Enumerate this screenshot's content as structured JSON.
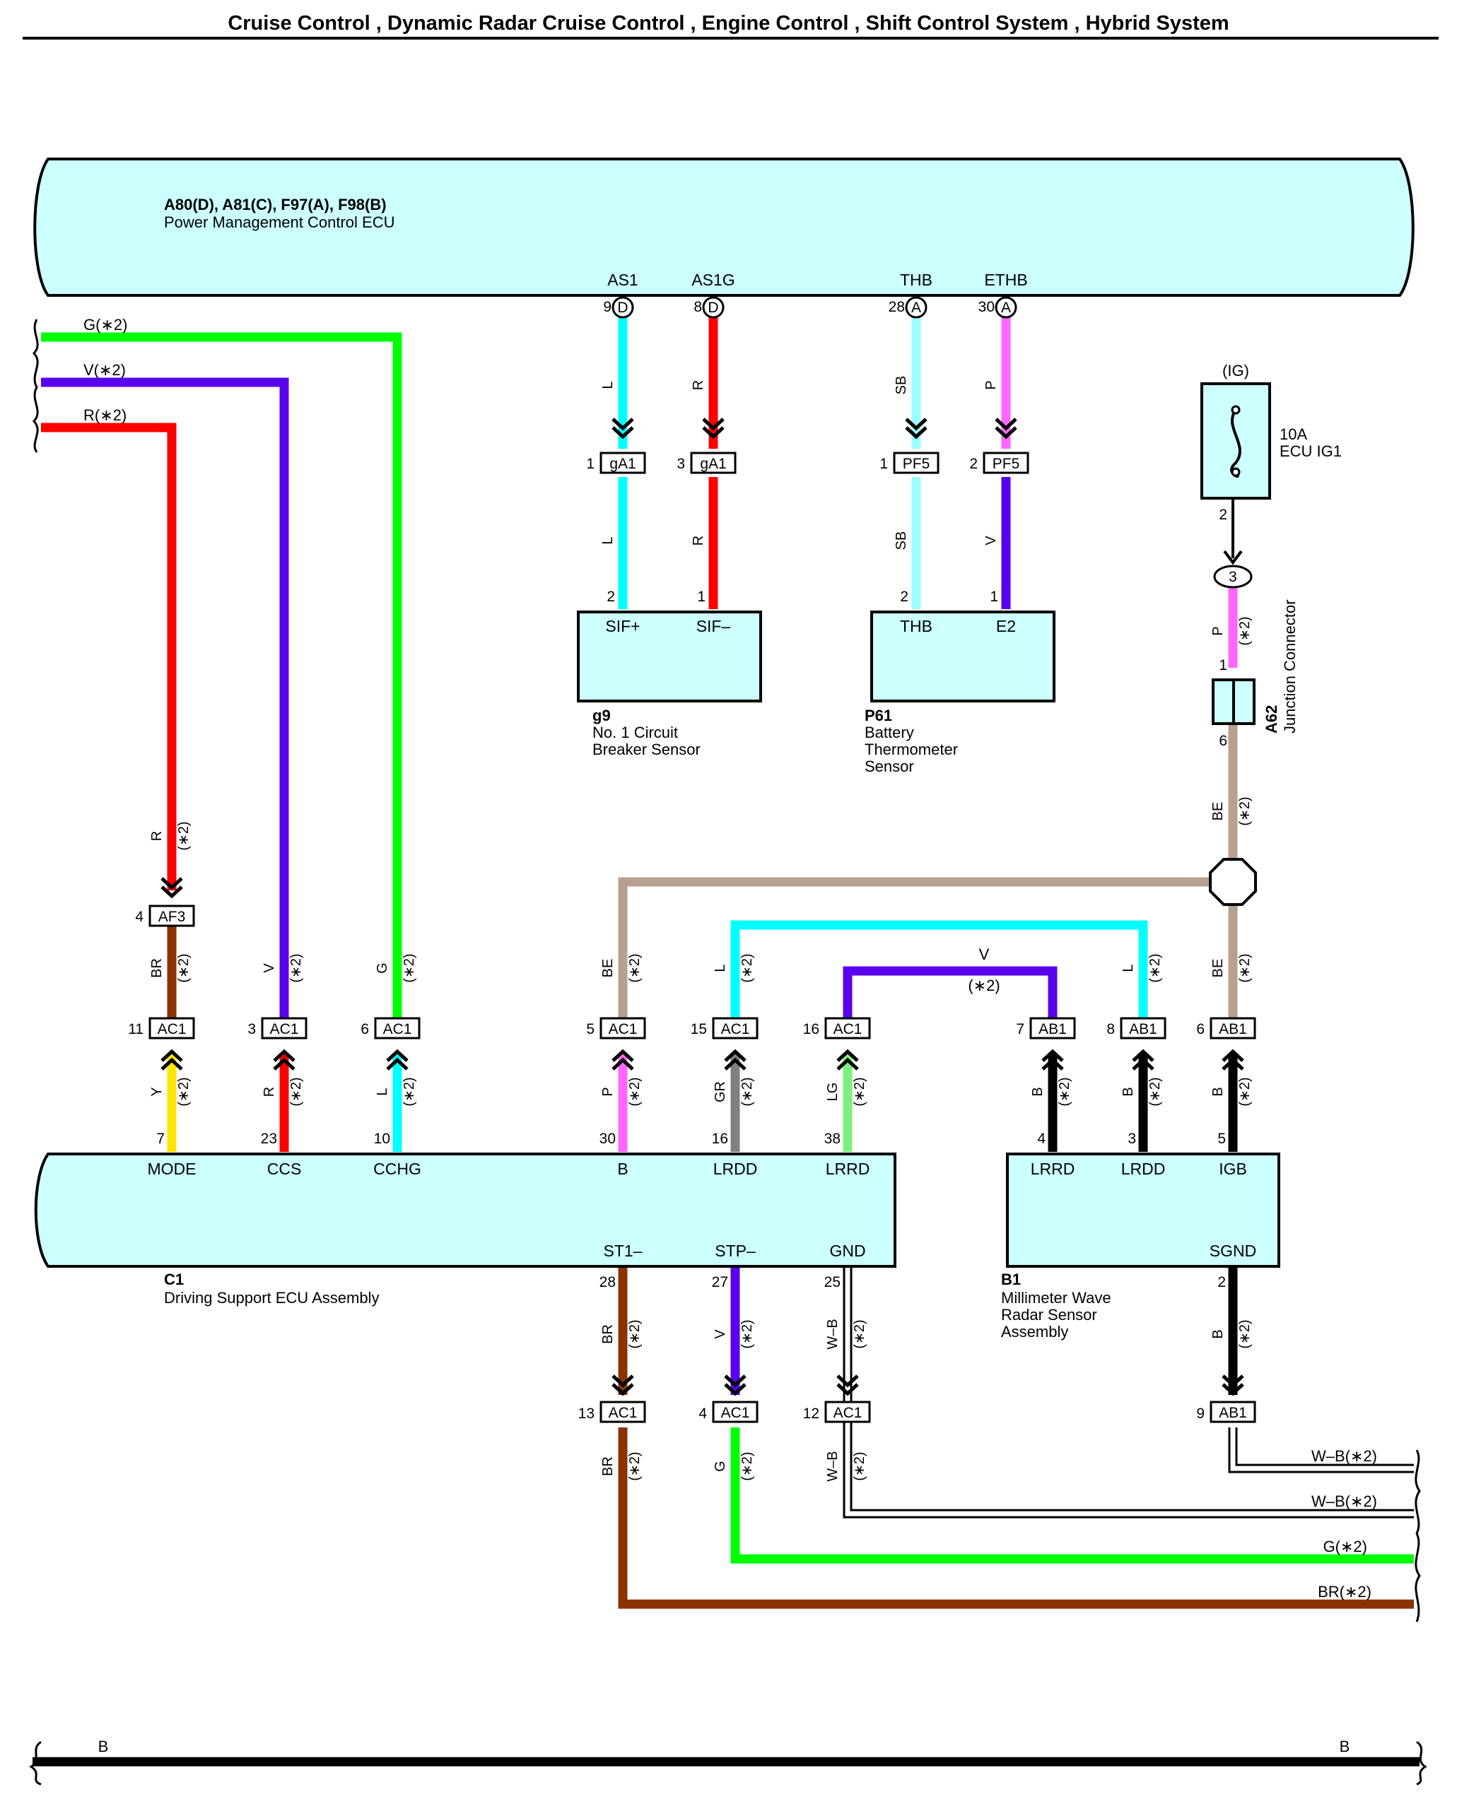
{
  "header": {
    "title": "Cruise Control , Dynamic Radar Cruise Control , Engine Control , Shift Control System , Hybrid System"
  },
  "colors": {
    "component_fill": "#ccffff",
    "G": "#00ff00",
    "V": "#5a00ee",
    "R": "#ff0000",
    "L": "#00ffff",
    "SB": "#99ffff",
    "P": "#ff66ff",
    "BE": "#b8a090",
    "BR": "#8b3300",
    "Y": "#ffe600",
    "GR": "#808080",
    "LG": "#7cf07c",
    "B": "#000000",
    "W-B": "#000000"
  },
  "components": {
    "pmc_ecu": {
      "code": "A80(D), A81(C), F97(A), F98(B)",
      "name": "Power Management Control ECU"
    },
    "g9": {
      "code": "g9",
      "name_l1": "No.  1 Circuit",
      "name_l2": "Breaker Sensor"
    },
    "p61": {
      "code": "P61",
      "name_l1": "Battery",
      "name_l2": "Thermometer",
      "name_l3": "Sensor"
    },
    "a62": {
      "code": "A62",
      "name": "Junction Connector"
    },
    "fuse": {
      "supply": "(IG)",
      "rating": "10A",
      "name": "ECU IG1"
    },
    "c1": {
      "code": "C1",
      "name": "Driving Support ECU Assembly"
    },
    "b1": {
      "code": "B1",
      "name_l1": "Millimeter Wave",
      "name_l2": "Radar Sensor",
      "name_l3": "Assembly"
    }
  },
  "terminals": {
    "as1": "AS1",
    "as1g": "AS1G",
    "thb": "THB",
    "ethb": "ETHB",
    "sif_plus": "SIF+",
    "sif_minus": "SIF–",
    "g9_thb": "THB",
    "e2": "E2",
    "mode": "MODE",
    "ccs": "CCS",
    "cchg": "CCHG",
    "b": "B",
    "lrdd": "LRDD",
    "lrrd": "LRRD",
    "st1": "ST1–",
    "stp": "STP–",
    "gnd": "GND",
    "b1_lrrd": "LRRD",
    "b1_lrdd": "LRDD",
    "igb": "IGB",
    "sgnd": "SGND"
  },
  "pins": {
    "as1": "9",
    "as1g": "8",
    "thb": "28",
    "ethb": "30",
    "ga1_1": "1",
    "ga1_3": "3",
    "pf5_1": "1",
    "pf5_2": "2",
    "sif_plus": "2",
    "sif_minus": "1",
    "g9_thb": "2",
    "e2": "1",
    "fuse_out": "2",
    "jc": "3",
    "a62_in": "1",
    "a62_out": "6",
    "af3": "4",
    "ac1_11": "11",
    "ac1_3": "3",
    "ac1_6": "6",
    "ac1_5": "5",
    "ac1_15": "15",
    "ac1_16": "16",
    "ab1_7": "7",
    "ab1_8": "8",
    "ab1_6": "6",
    "mode": "7",
    "ccs": "23",
    "cchg": "10",
    "b": "30",
    "lrdd": "16",
    "lrrd": "38",
    "b1_lrrd": "4",
    "b1_lrdd": "3",
    "igb": "5",
    "st1": "28",
    "stp": "27",
    "gnd": "25",
    "sgnd": "2",
    "ac1_13": "13",
    "ac1_4": "4",
    "ac1_12": "12",
    "ab1_9": "9"
  },
  "connector_labels": {
    "pmc_d": "D",
    "pmc_a": "A",
    "ga1": "gA1",
    "pf5": "PF5",
    "af3": "AF3",
    "ac1": "AC1",
    "ab1": "AB1"
  },
  "wire_colors": {
    "l": "L",
    "r": "R",
    "sb": "SB",
    "p": "P",
    "v": "V",
    "be": "BE",
    "br": "BR",
    "g": "G",
    "y": "Y",
    "gr": "GR",
    "lg": "LG",
    "b": "B",
    "wb": "W–B"
  },
  "note": "(∗2)",
  "off_page_labels": {
    "g_left": "G(∗2)",
    "v_left": "V(∗2)",
    "r_left": "R(∗2)",
    "wb_right_1": "W–B(∗2)",
    "wb_right_2": "W–B(∗2)",
    "g_right": "G(∗2)",
    "br_right": "BR(∗2)",
    "ground_left": "B",
    "ground_right": "B"
  }
}
